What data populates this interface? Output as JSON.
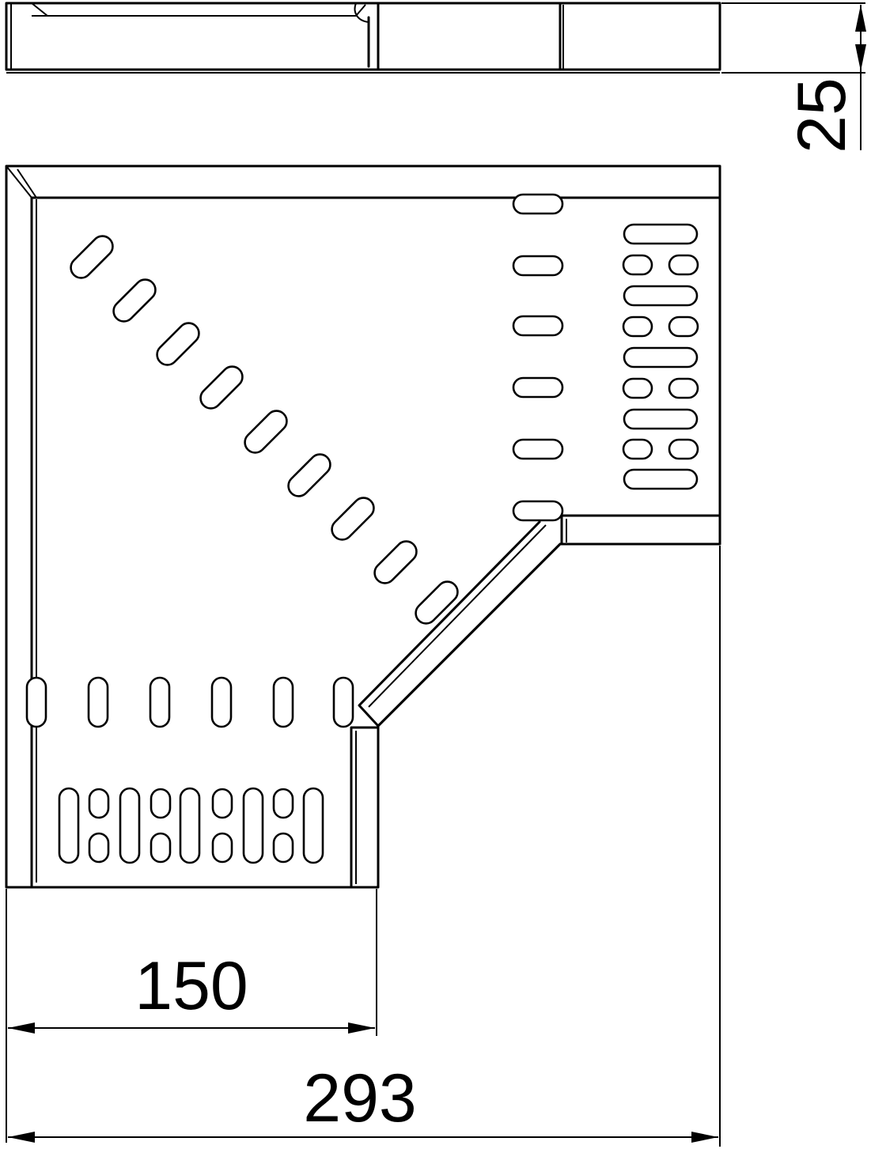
{
  "dimensions": {
    "height": {
      "value": "25"
    },
    "leg_width": {
      "value": "150"
    },
    "overall_width": {
      "value": "293"
    }
  },
  "colors": {
    "line": "#000000",
    "background": "#ffffff"
  }
}
